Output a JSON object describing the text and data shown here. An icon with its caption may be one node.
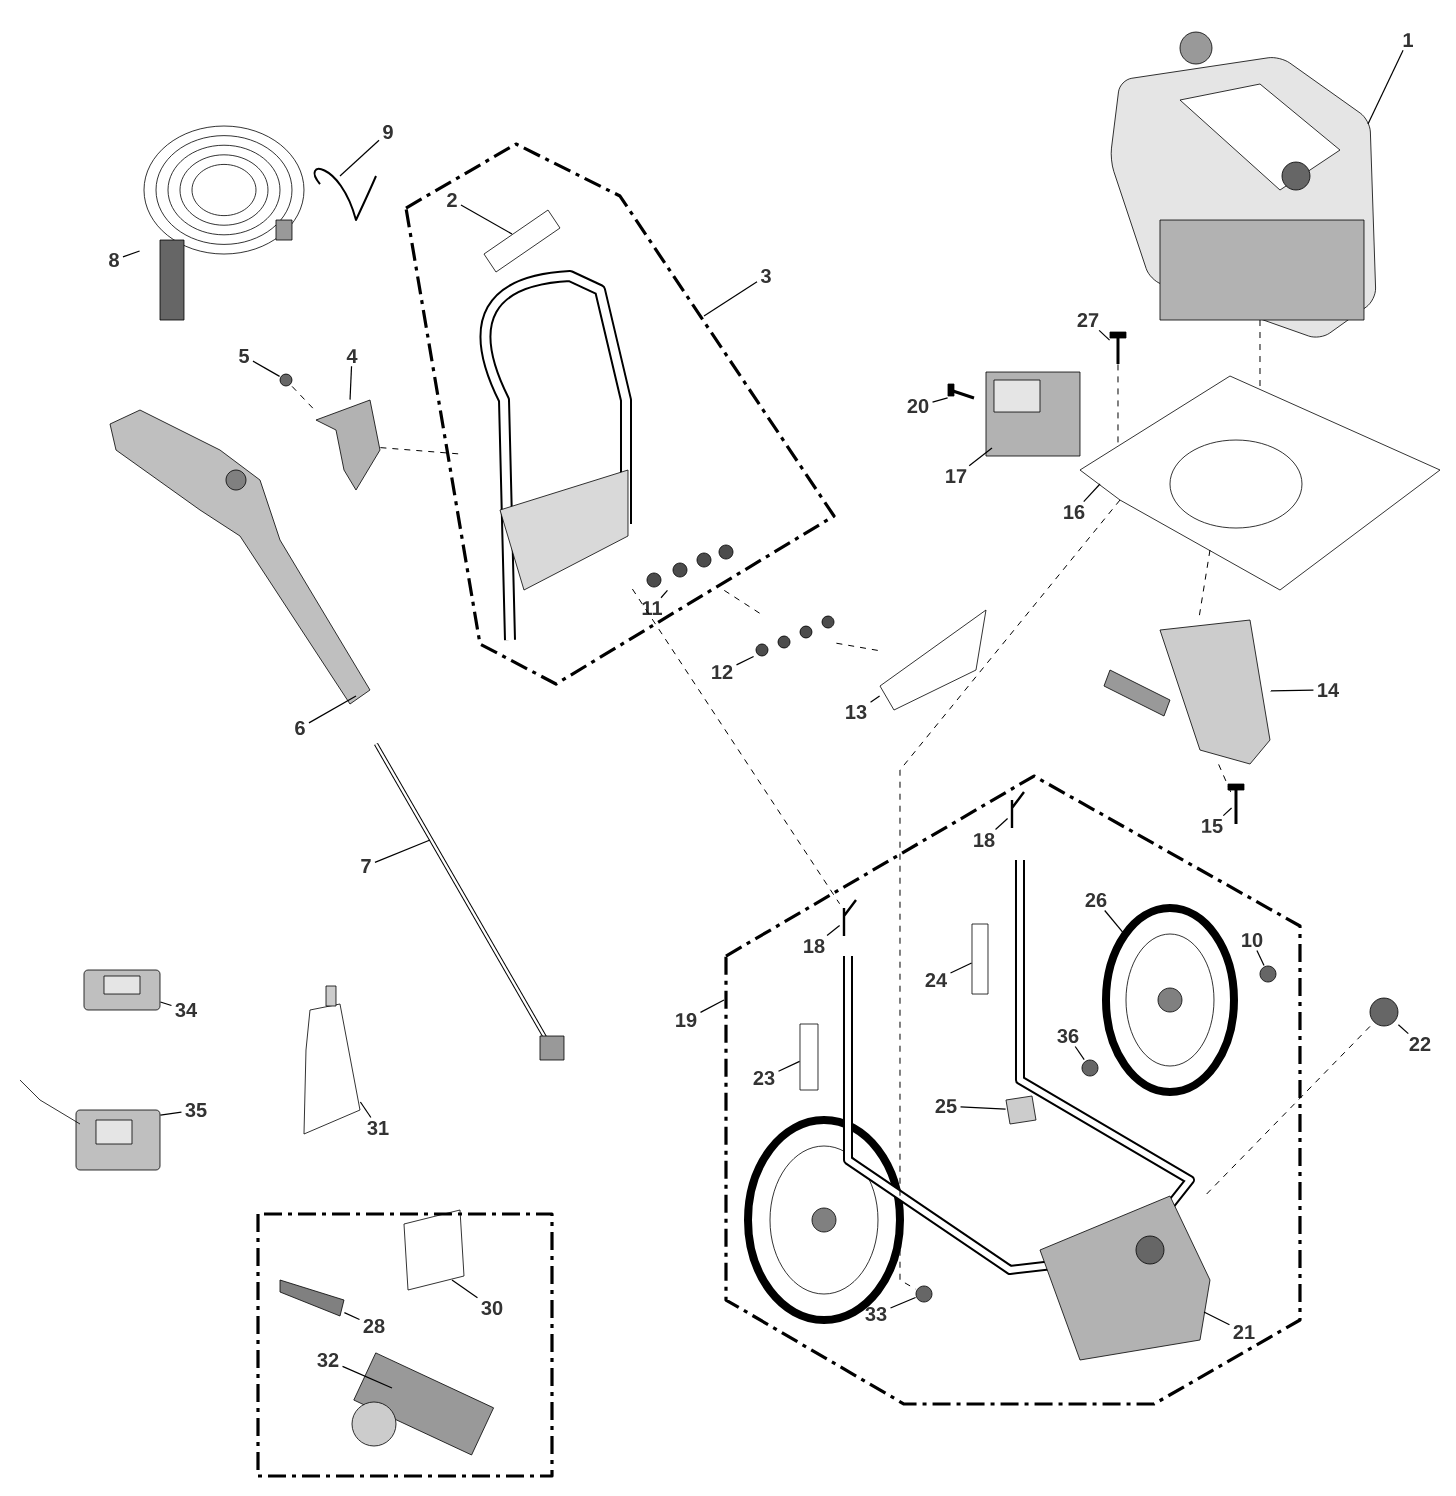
{
  "diagram": {
    "nodes": [
      {
        "text": [],
        "shape": "polygon"
      },
      {
        "text": [],
        "shape": "polygon"
      },
      {
        "text": [],
        "shape": "box"
      },
      {
        "text": [
          "1"
        ]
      },
      {
        "text": [
          "9"
        ]
      },
      {
        "text": [
          "2"
        ],
        "in": 0
      },
      {
        "text": [
          "8"
        ]
      },
      {
        "text": [
          "3"
        ]
      },
      {
        "text": [
          "27"
        ]
      },
      {
        "text": [
          "4"
        ]
      },
      {
        "text": [
          "5"
        ]
      },
      {
        "text": [
          "20"
        ]
      },
      {
        "text": [
          "17"
        ]
      },
      {
        "text": [
          "16"
        ]
      },
      {
        "text": [
          "11"
        ],
        "in": 0
      },
      {
        "text": [
          "14"
        ]
      },
      {
        "text": [
          "6"
        ]
      },
      {
        "text": [
          "12"
        ]
      },
      {
        "text": [
          "13"
        ]
      },
      {
        "text": [
          "15"
        ]
      },
      {
        "text": [
          "18"
        ],
        "in": 1
      },
      {
        "text": [
          "7"
        ]
      },
      {
        "text": [
          "26"
        ],
        "in": 1
      },
      {
        "text": [
          "18"
        ],
        "in": 1
      },
      {
        "text": [
          "10"
        ],
        "in": 1
      },
      {
        "text": [
          "24"
        ],
        "in": 1
      },
      {
        "text": [
          "34"
        ]
      },
      {
        "text": [
          "19"
        ]
      },
      {
        "text": [
          "36"
        ],
        "in": 1
      },
      {
        "text": [
          "22"
        ]
      },
      {
        "text": [
          "23"
        ],
        "in": 1
      },
      {
        "text": [
          "25"
        ],
        "in": 1
      },
      {
        "text": [
          "35"
        ]
      },
      {
        "text": [
          "31"
        ]
      },
      {
        "text": [
          "30"
        ],
        "in": 2
      },
      {
        "text": [
          "33"
        ],
        "in": 1
      },
      {
        "text": [
          "21"
        ],
        "in": 1
      },
      {
        "text": [
          "28"
        ],
        "in": 2
      },
      {
        "text": [
          "32"
        ],
        "in": 2
      },
      {
        "text": [],
        "shape": "picture"
      },
      {
        "text": [],
        "shape": "picture"
      },
      {
        "text": [],
        "shape": "picture",
        "in": 0
      },
      {
        "text": [],
        "shape": "picture",
        "in": 0
      },
      {
        "text": [],
        "shape": "picture"
      },
      {
        "text": [],
        "shape": "picture"
      },
      {
        "text": [],
        "shape": "picture"
      },
      {
        "text": [],
        "shape": "circle"
      },
      {
        "text": [],
        "shape": "picture"
      },
      {
        "text": [],
        "shape": "picture"
      },
      {
        "text": [],
        "shape": "picture"
      },
      {
        "text": [],
        "shape": "picture",
        "in": 0
      },
      {
        "text": [],
        "shape": "picture"
      },
      {
        "text": [],
        "shape": "picture"
      },
      {
        "text": [],
        "shape": "picture"
      },
      {
        "text": [],
        "shape": "picture"
      },
      {
        "text": [],
        "shape": "picture"
      },
      {
        "text": [],
        "shape": "picture",
        "in": 1
      },
      {
        "text": [],
        "shape": "picture"
      },
      {
        "text": [],
        "shape": "picture",
        "in": 1
      },
      {
        "text": [],
        "shape": "picture",
        "in": 1
      },
      {
        "text": [],
        "shape": "circle",
        "in": 1
      },
      {
        "text": [],
        "shape": "box",
        "in": 1
      },
      {
        "text": [],
        "shape": "picture"
      },
      {
        "text": [],
        "shape": "circle",
        "in": 1
      },
      {
        "text": [],
        "shape": "circle"
      },
      {
        "text": [],
        "shape": "box",
        "in": 1
      },
      {
        "text": [],
        "shape": "box",
        "in": 1
      },
      {
        "text": [],
        "shape": "picture"
      },
      {
        "text": [],
        "shape": "picture"
      },
      {
        "text": [],
        "shape": "box",
        "in": 2
      },
      {
        "text": [],
        "shape": "circle",
        "in": 1
      },
      {
        "text": [],
        "shape": "picture",
        "in": 1
      },
      {
        "text": [],
        "shape": "box",
        "in": 2
      },
      {
        "text": [],
        "shape": "picture",
        "in": 2
      }
    ],
    "edges": [
      {
        "from": 3,
        "to": 39,
        "arrow": "none"
      },
      {
        "from": 4,
        "to": 40,
        "arrow": "none"
      },
      {
        "from": 5,
        "to": 41,
        "arrow": "none"
      },
      {
        "from": 6,
        "to": 43,
        "arrow": "none"
      },
      {
        "from": 7,
        "to": 0,
        "arrow": "none"
      },
      {
        "from": 8,
        "to": 44,
        "arrow": "none"
      },
      {
        "from": 9,
        "to": 45,
        "arrow": "none"
      },
      {
        "from": 10,
        "to": 46,
        "arrow": "none"
      },
      {
        "from": 11,
        "to": 47,
        "arrow": "none"
      },
      {
        "from": 12,
        "to": 48,
        "arrow": "none"
      },
      {
        "from": 13,
        "to": 49,
        "arrow": "none"
      },
      {
        "from": 14,
        "to": 50,
        "arrow": "none"
      },
      {
        "from": 15,
        "to": 51,
        "arrow": "none"
      },
      {
        "from": 16,
        "to": 52,
        "arrow": "none"
      },
      {
        "from": 17,
        "to": 53,
        "arrow": "none"
      },
      {
        "from": 18,
        "to": 54,
        "arrow": "none"
      },
      {
        "from": 19,
        "to": 55,
        "arrow": "none"
      },
      {
        "from": 20,
        "to": 56,
        "arrow": "none"
      },
      {
        "from": 21,
        "to": 57,
        "arrow": "none"
      },
      {
        "from": 22,
        "to": 58,
        "arrow": "none"
      },
      {
        "from": 23,
        "to": 59,
        "arrow": "none"
      },
      {
        "from": 24,
        "to": 60,
        "arrow": "none"
      },
      {
        "from": 25,
        "to": 61,
        "arrow": "none"
      },
      {
        "from": 26,
        "to": 62,
        "arrow": "none"
      },
      {
        "from": 27,
        "to": 1,
        "arrow": "none"
      },
      {
        "from": 28,
        "to": 63,
        "arrow": "none"
      },
      {
        "from": 29,
        "to": 64,
        "arrow": "none"
      },
      {
        "from": 30,
        "to": 65,
        "arrow": "none"
      },
      {
        "from": 31,
        "to": 66,
        "arrow": "none"
      },
      {
        "from": 32,
        "to": 67,
        "arrow": "none"
      },
      {
        "from": 33,
        "to": 68,
        "arrow": "none"
      },
      {
        "from": 34,
        "to": 69,
        "arrow": "none"
      },
      {
        "from": 35,
        "to": 70,
        "arrow": "none"
      },
      {
        "from": 36,
        "to": 71,
        "arrow": "none"
      },
      {
        "from": 37,
        "to": 72,
        "arrow": "none"
      },
      {
        "from": 38,
        "to": 73,
        "arrow": "none"
      },
      {
        "from": 39,
        "to": 49,
        "arrow": "none",
        "style": "dashed"
      },
      {
        "from": 49,
        "to": 51,
        "arrow": "none",
        "style": "dashed"
      },
      {
        "from": 51,
        "to": 55,
        "arrow": "none",
        "style": "dashed"
      },
      {
        "from": 44,
        "to": 49,
        "arrow": "none",
        "style": "dashed"
      },
      {
        "from": 49,
        "to": 70,
        "arrow": "none",
        "style": "dashed"
      },
      {
        "from": 46,
        "to": 45,
        "arrow": "none",
        "style": "dashed"
      },
      {
        "from": 45,
        "to": 42,
        "arrow": "none",
        "style": "dashed"
      },
      {
        "from": 42,
        "to": 59,
        "arrow": "none",
        "style": "dashed"
      },
      {
        "from": 50,
        "to": 53,
        "arrow": "none",
        "style": "dashed"
      },
      {
        "from": 53,
        "to": 54,
        "arrow": "none",
        "style": "dashed"
      },
      {
        "from": 64,
        "to": 71,
        "arrow": "none",
        "style": "dashed"
      }
    ]
  }
}
